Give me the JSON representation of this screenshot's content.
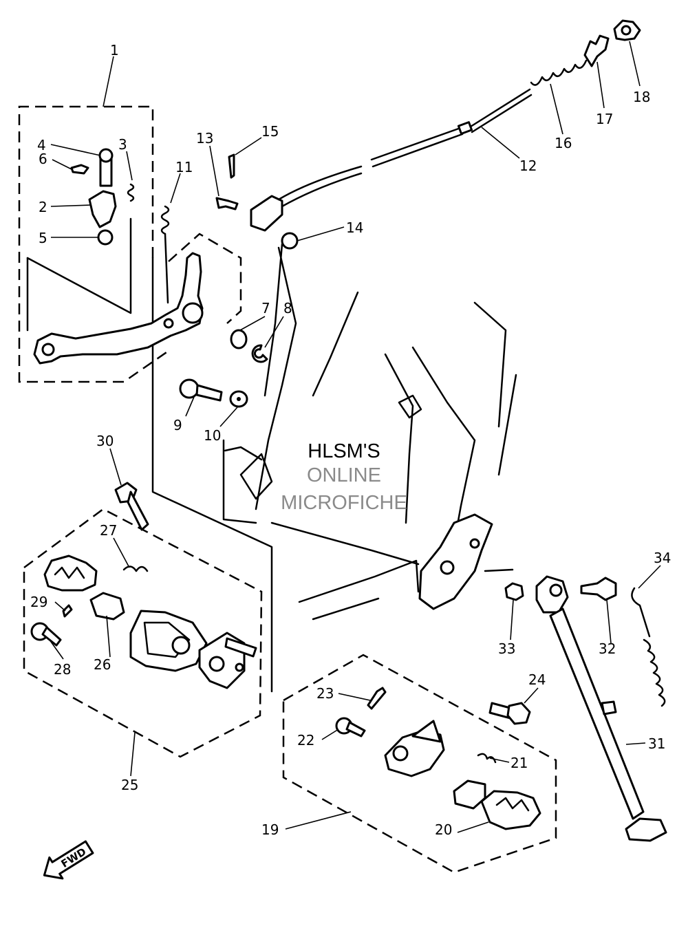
{
  "watermark": {
    "line1": "HLSM'S",
    "line2": "ONLINE",
    "line3": "MICROFICHE"
  },
  "direction_arrow": {
    "label": "FWD",
    "icon": "fwd-arrow-icon"
  },
  "callouts": [
    "1",
    "2",
    "3",
    "4",
    "5",
    "6",
    "7",
    "8",
    "9",
    "10",
    "11",
    "12",
    "13",
    "14",
    "15",
    "16",
    "17",
    "18",
    "19",
    "20",
    "21",
    "22",
    "23",
    "24",
    "25",
    "26",
    "27",
    "28",
    "29",
    "30",
    "31",
    "32",
    "33",
    "34"
  ]
}
